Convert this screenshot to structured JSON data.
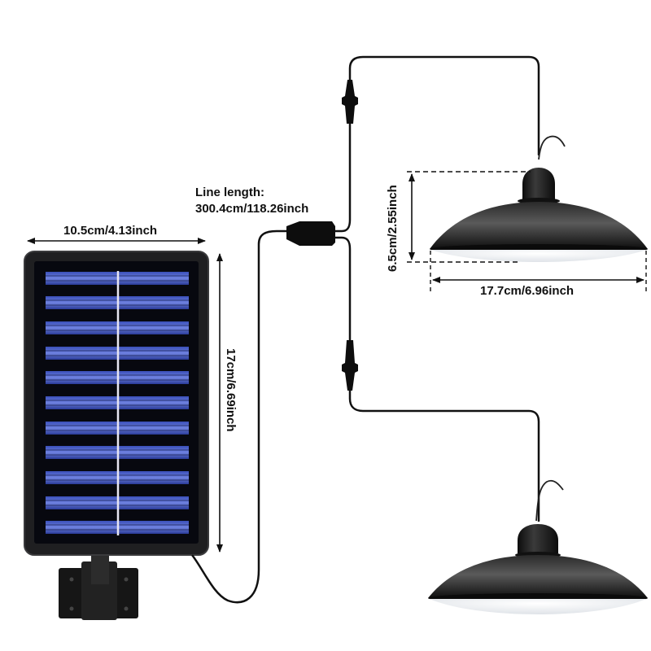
{
  "diagram": {
    "type": "product-dimension-diagram",
    "subject": "Solar pendant light set: solar panel with two hanging lamps",
    "colors": {
      "background": "#ffffff",
      "panel_frame": "#1c1c1e",
      "panel_cells": "#1e2f7a",
      "cell_highlight": "#5b6fd6",
      "cable": "#111111",
      "lamp_shade": "#1a1a1a",
      "lamp_inner": "#f4f6f8",
      "label_text": "#111111"
    }
  },
  "labels": {
    "line_length_title": "Line length:",
    "line_length_value": "300.4cm/118.26inch",
    "panel_width": "10.5cm/4.13inch",
    "panel_height": "17cm/6.69inch",
    "lamp_height": "6.5cm/2.55inch",
    "lamp_width": "17.7cm/6.96inch"
  },
  "components": {
    "solar_panel": {
      "cell_rows": 11
    },
    "connectors": [
      "splitter",
      "lamp-1-connector",
      "lamp-2-connector"
    ],
    "lamps": [
      "lamp-1",
      "lamp-2"
    ]
  }
}
